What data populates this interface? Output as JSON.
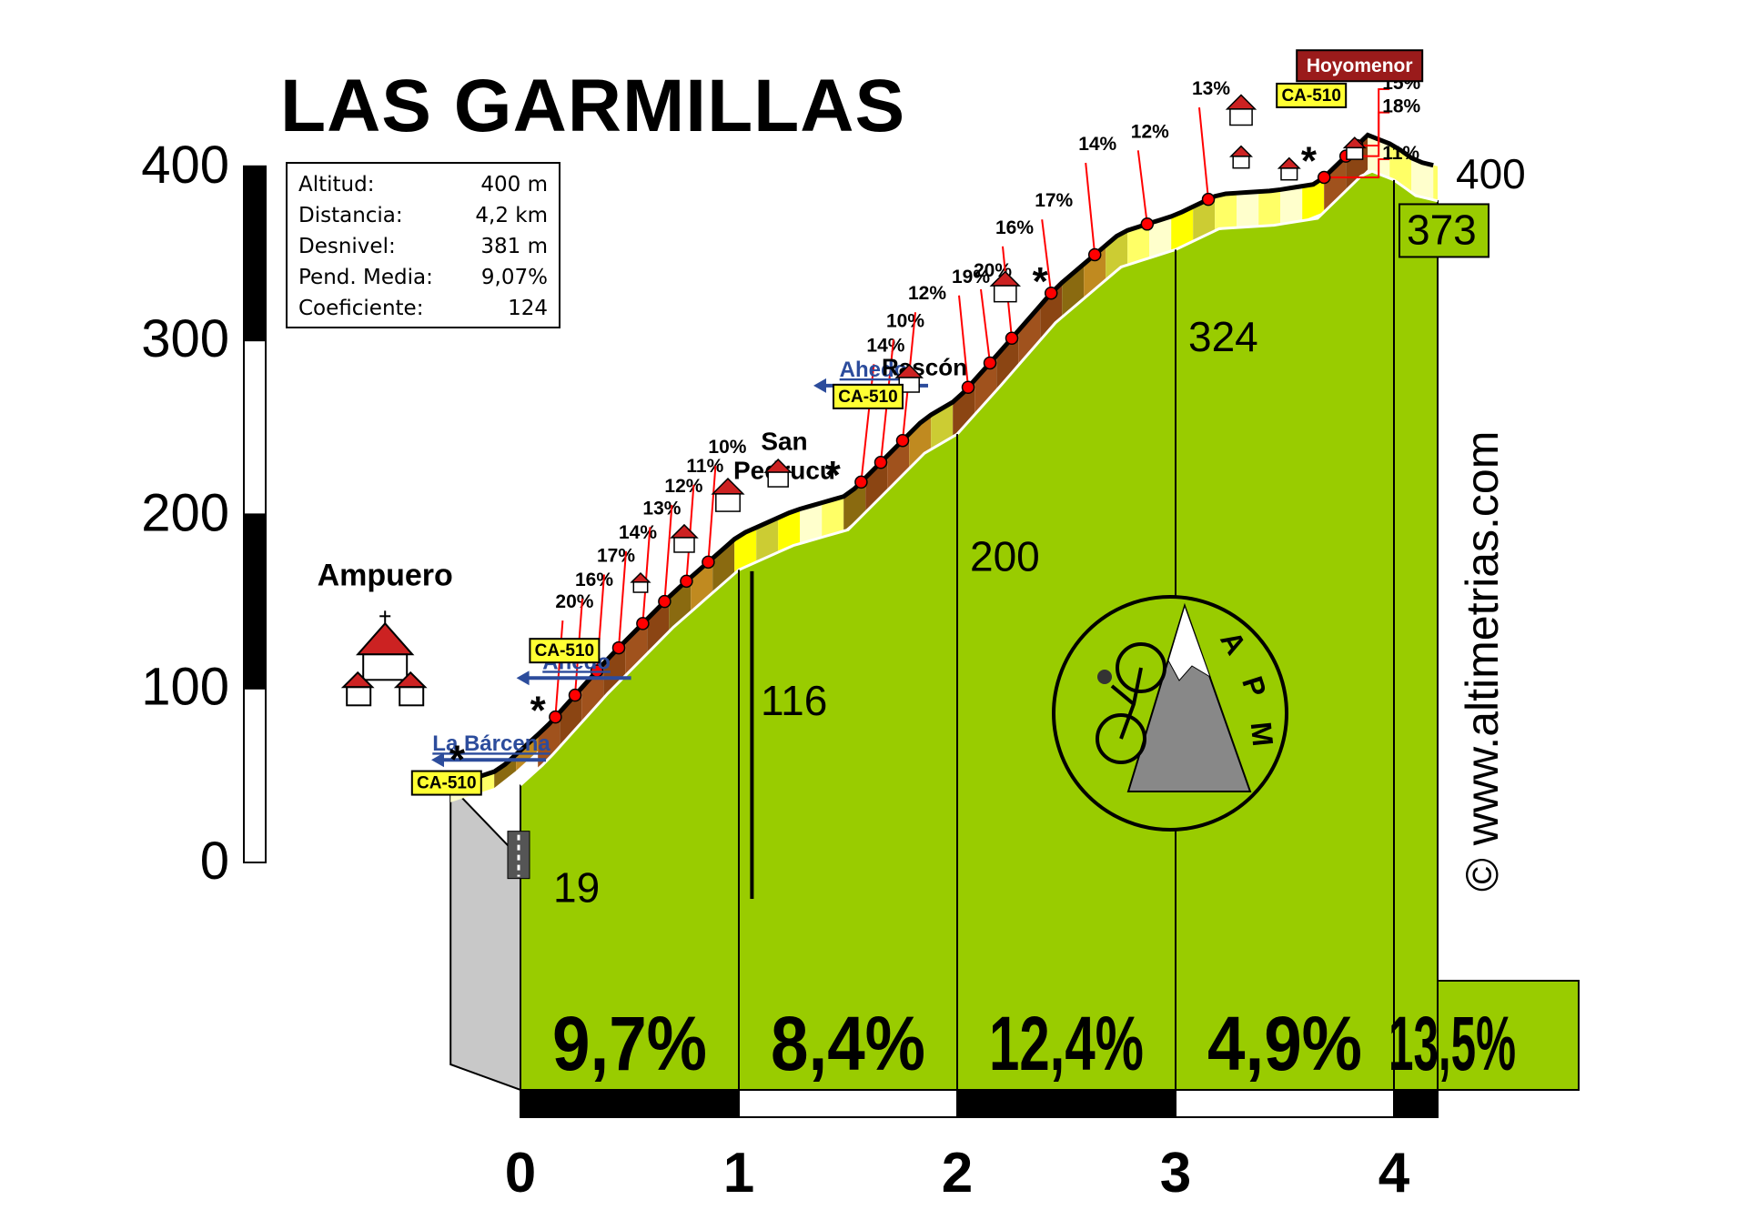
{
  "title": "LAS GARMILLAS",
  "stats": [
    {
      "label": "Altitud:",
      "value": "400 m"
    },
    {
      "label": "Distancia:",
      "value": "4,2 km"
    },
    {
      "label": "Desnivel:",
      "value": "381 m"
    },
    {
      "label": "Pend. Media:",
      "value": "9,07%"
    },
    {
      "label": "Coeficiente:",
      "value": "124"
    }
  ],
  "watermark": "© www.altimetrias.com",
  "logo_text": [
    "A",
    "P",
    "M"
  ],
  "colors": {
    "profile_fill": "#99cc00",
    "start_gray": "#c8c8c8",
    "road_yellow": "#ffff00",
    "road_brown": "#8b4513",
    "road_dark": "#3b1a08",
    "marker_red": "#ff0000",
    "sign_blue": "#2c4c9c",
    "road_badge": "#ffff33",
    "hoyomenor_red": "#9a1b1b"
  },
  "chart_data": {
    "type": "area",
    "xlabel": "",
    "ylabel": "",
    "xlim": [
      0,
      4.2
    ],
    "ylim": [
      0,
      400
    ],
    "x_ticks": [
      "0",
      "1",
      "2",
      "3",
      "4"
    ],
    "y_ticks": [
      "0",
      "100",
      "200",
      "300",
      "400"
    ],
    "profile": {
      "x": [
        -0.32,
        -0.1,
        0.12,
        0.4,
        0.7,
        1.0,
        1.25,
        1.5,
        1.85,
        2.0,
        2.2,
        2.45,
        2.75,
        3.0,
        3.2,
        3.45,
        3.65,
        3.88,
        4.0,
        4.1,
        4.2
      ],
      "y": [
        44,
        53,
        78,
        117,
        155,
        188,
        202,
        211,
        255,
        266,
        294,
        330,
        362,
        372,
        384,
        386,
        390,
        418,
        412,
        403,
        400
      ]
    },
    "km_altitudes": [
      {
        "km": 0,
        "altitude": "19"
      },
      {
        "km": 1,
        "altitude": "116"
      },
      {
        "km": 2,
        "altitude": "200"
      },
      {
        "km": 3,
        "altitude": "324"
      },
      {
        "km": 4,
        "altitude": "373"
      },
      {
        "km": 4.2,
        "altitude": "400"
      }
    ],
    "segments": [
      {
        "from": 0,
        "to": 1,
        "gradient": "9,7%"
      },
      {
        "from": 1,
        "to": 2,
        "gradient": "8,4%"
      },
      {
        "from": 2,
        "to": 3,
        "gradient": "12,4%"
      },
      {
        "from": 3,
        "to": 4,
        "gradient": "4,9%"
      },
      {
        "from": 4,
        "to": 4.2,
        "gradient": "13,5%"
      }
    ],
    "gradient_points": [
      {
        "x": 0.16,
        "label": "20%"
      },
      {
        "x": 0.25,
        "label": "16%"
      },
      {
        "x": 0.35,
        "label": "17%"
      },
      {
        "x": 0.45,
        "label": "14%"
      },
      {
        "x": 0.56,
        "label": "13%"
      },
      {
        "x": 0.66,
        "label": "12%"
      },
      {
        "x": 0.76,
        "label": "11%"
      },
      {
        "x": 0.86,
        "label": "10%"
      },
      {
        "x": 1.56,
        "label": "14%"
      },
      {
        "x": 1.65,
        "label": "10%"
      },
      {
        "x": 1.75,
        "label": "12%"
      },
      {
        "x": 2.05,
        "label": "19%"
      },
      {
        "x": 2.15,
        "label": "20%"
      },
      {
        "x": 2.25,
        "label": "16%"
      },
      {
        "x": 2.43,
        "label": "17%"
      },
      {
        "x": 2.63,
        "label": "14%"
      },
      {
        "x": 2.87,
        "label": "12%"
      },
      {
        "x": 3.15,
        "label": "13%"
      },
      {
        "x": 3.68,
        "label": "11%"
      },
      {
        "x": 3.78,
        "label": "18%"
      },
      {
        "x": 3.83,
        "label": "15%"
      }
    ],
    "places": [
      {
        "name": "Ampuero",
        "x": -0.62,
        "y": 107
      },
      {
        "name": "La Bárcena",
        "x": -0.3,
        "y": 60
      },
      {
        "name": "Ahedo",
        "x": 0.09,
        "y": 107
      },
      {
        "name": "San Pedrucu",
        "x": 1.25,
        "y": 214
      },
      {
        "name": "Ahedo",
        "x": 1.45,
        "y": 275
      },
      {
        "name": "Rascón",
        "x": 1.85,
        "y": 280
      },
      {
        "name": "Hoyomenor",
        "x": 3.58,
        "y": 451
      }
    ],
    "road_badges": [
      {
        "label": "CA-510",
        "x": -0.48,
        "y": 41
      },
      {
        "label": "CA-510",
        "x": 0.06,
        "y": 117
      },
      {
        "label": "CA-510",
        "x": 1.45,
        "y": 263
      },
      {
        "label": "CA-510",
        "x": 3.48,
        "y": 436
      }
    ]
  }
}
